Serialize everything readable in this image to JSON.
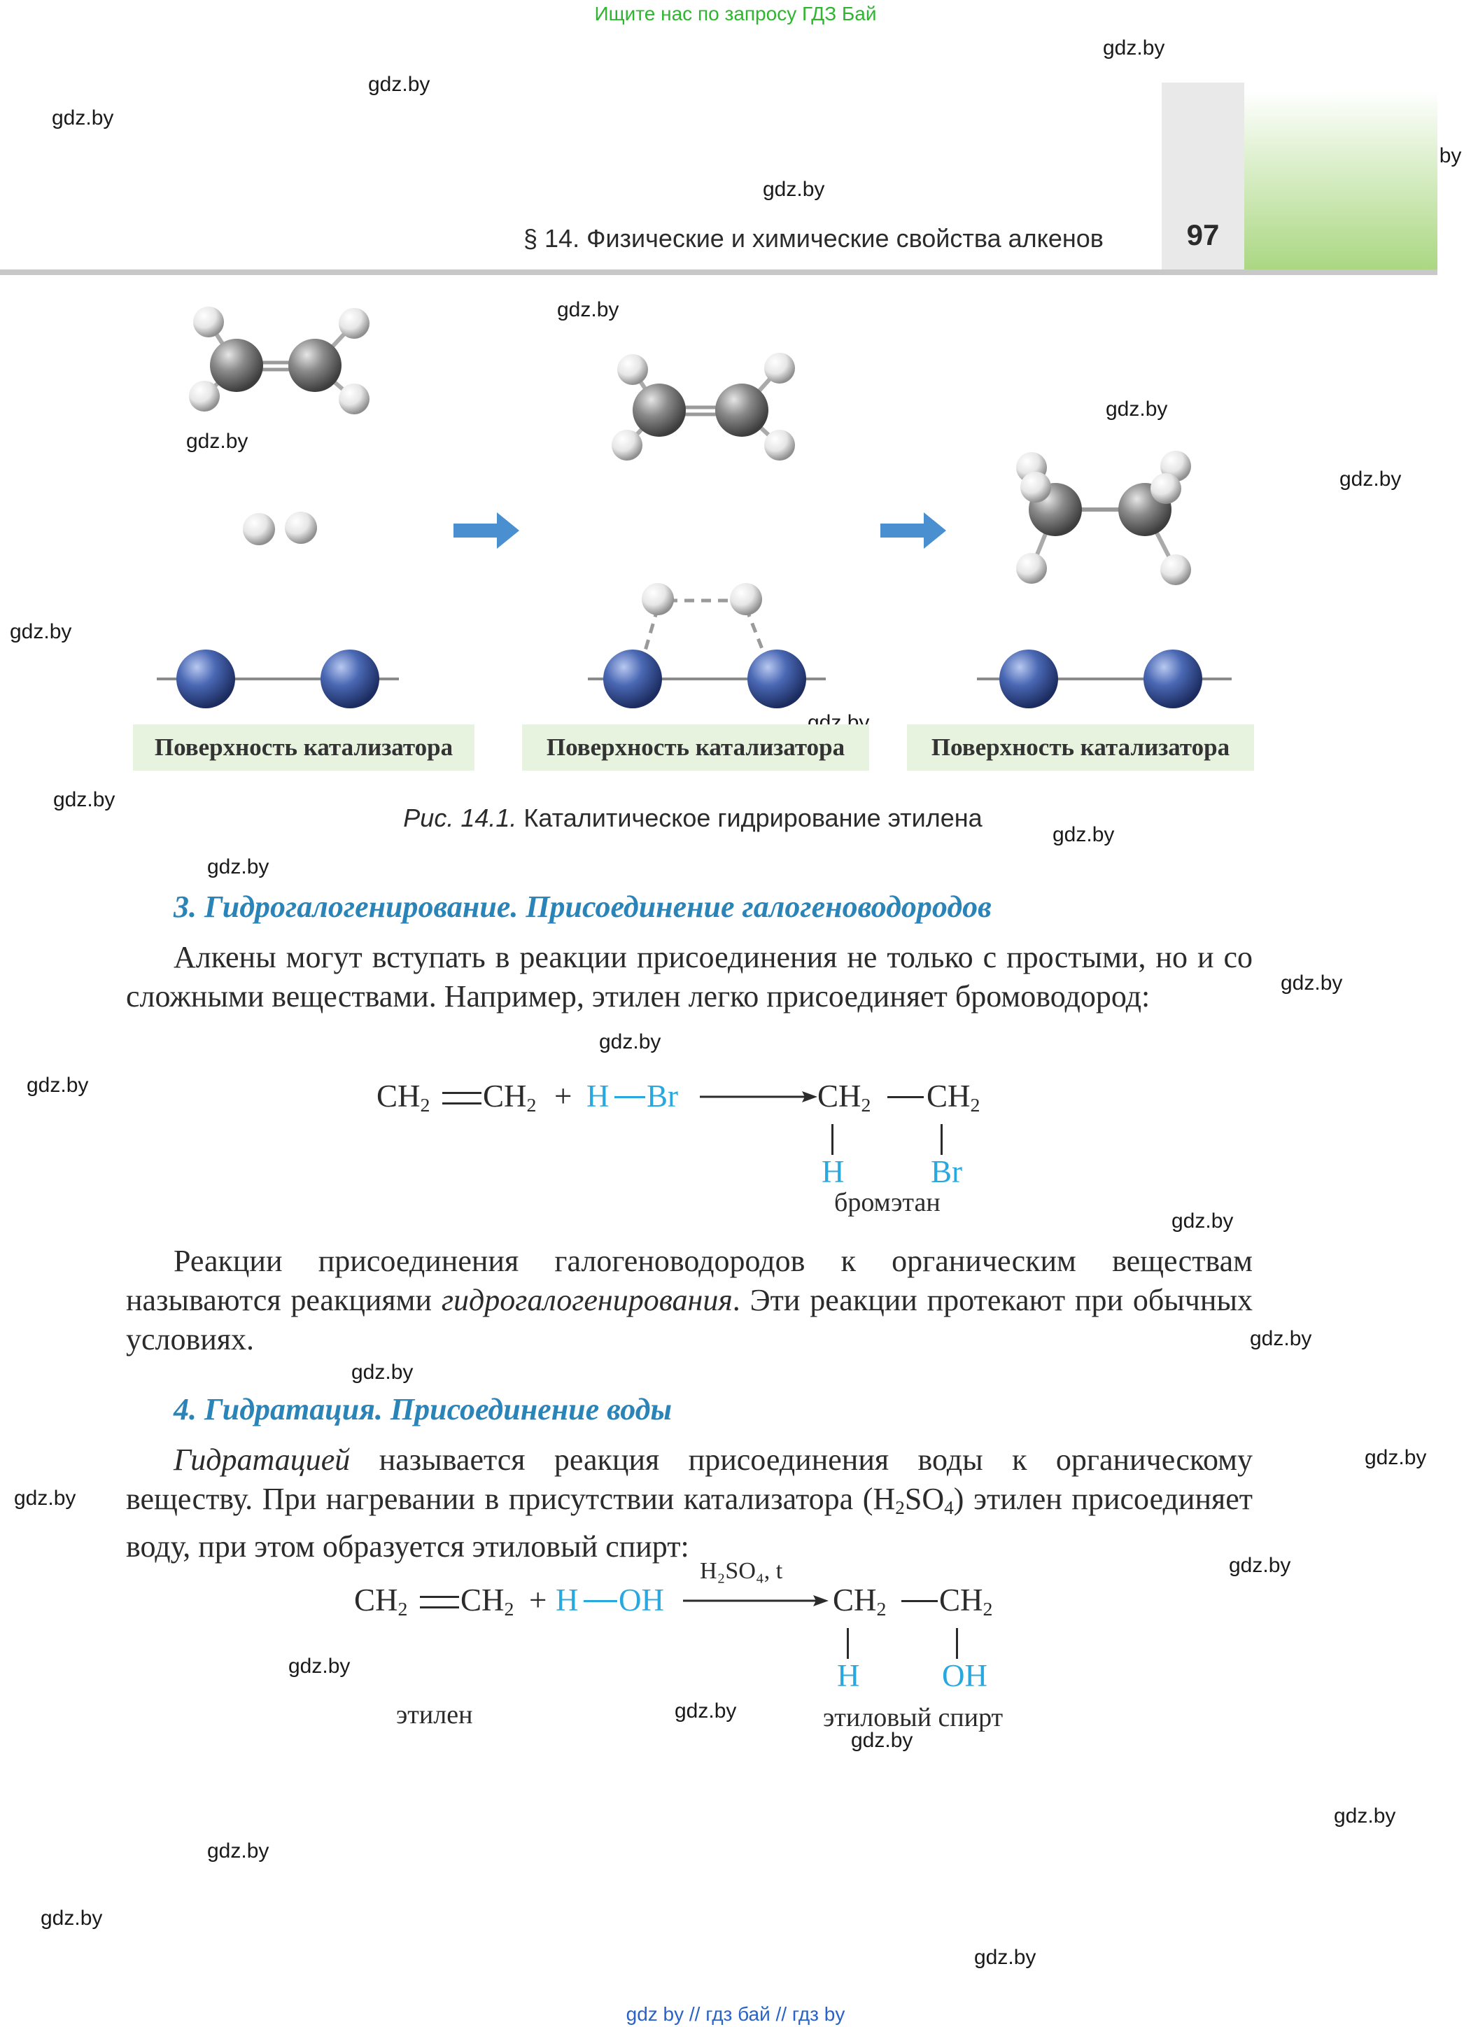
{
  "banner_top": "Ищите нас по запросу ГДЗ Бай",
  "banner_bottom": "gdz by  //  гдз бай  //  гдз by",
  "watermark": "gdz.by",
  "header": {
    "running_title": "§ 14. Физические и химические свойства алкенов",
    "page_number": "97"
  },
  "figure": {
    "surface_labels": [
      "Поверхность катализатора",
      "Поверхность катализатора",
      "Поверхность катализатора"
    ],
    "caption_prefix": "Рис. 14.1.",
    "caption_text": "Каталитическое гидрирование этилена",
    "colors": {
      "carbon": "#8a8a8a",
      "hydrogen": "#f2f2f2",
      "catalyst": "#3f5fa8",
      "arrow": "#4a8fd0"
    }
  },
  "section3": {
    "heading": "3. Гидрогалогенирование. Присоединение галогеноводородов",
    "paragraph1": "Алкены могут вступать в реакции присоединения не только с простыми, но и со сложными веществами. Например, этилен легко присоединяет бромоводород:",
    "eq": {
      "reactant1_a": "CH",
      "reactant1_a_sub": "2",
      "reactant1_b": "CH",
      "reactant1_b_sub": "2",
      "plus": "+",
      "reagent_h": "H",
      "reagent_x": "Br",
      "product_a": "CH",
      "product_a_sub": "2",
      "product_b": "CH",
      "product_b_sub": "2",
      "sub_h": "H",
      "sub_x": "Br",
      "product_name": "бромэтан"
    },
    "paragraph2_a": "Реакции присоединения галогеноводородов к органическим веществам называются реакциями ",
    "paragraph2_em": "гидрогалогенирования",
    "paragraph2_b": ". Эти реакции протекают при обычных условиях."
  },
  "section4": {
    "heading": "4. Гидратация. Присоединение воды",
    "paragraph_em": "Гидратацией",
    "paragraph_a": " называется реакция присоединения воды к органическому веществу. При нагревании в присутствии катализатора (H",
    "paragraph_sub1": "2",
    "paragraph_b": "SO",
    "paragraph_sub2": "4",
    "paragraph_c": ") этилен присоединяет воду, при этом образуется этиловый спирт:",
    "eq": {
      "reactant1_a": "CH",
      "reactant1_a_sub": "2",
      "reactant1_b": "CH",
      "reactant1_b_sub": "2",
      "plus": "+",
      "reagent_h": "H",
      "reagent_x": "OH",
      "condition": "H₂SO₄, t",
      "product_a": "CH",
      "product_a_sub": "2",
      "product_b": "CH",
      "product_b_sub": "2",
      "sub_h": "H",
      "sub_x": "OH",
      "reactant_name": "этилен",
      "product_name": "этиловый спирт"
    }
  }
}
